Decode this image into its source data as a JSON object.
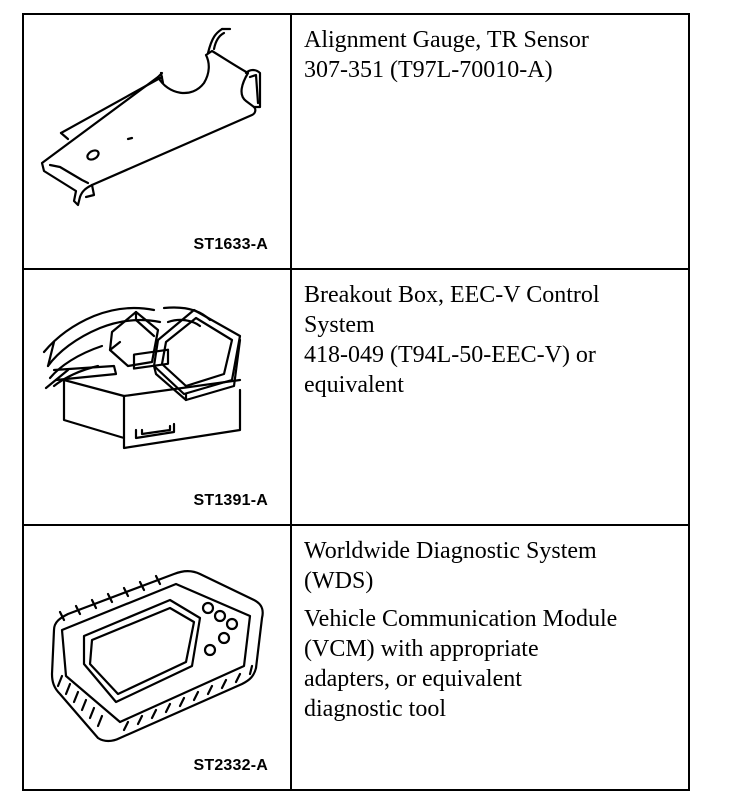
{
  "tools": [
    {
      "figure_code": "ST1633-A",
      "illustration": "alignment-gauge-illustration",
      "description": [
        "Alignment Gauge, TR Sensor",
        "307-351 (T97L-70010-A)"
      ]
    },
    {
      "figure_code": "ST1391-A",
      "illustration": "breakout-box-illustration",
      "description": [
        "Breakout Box, EEC-V Control",
        "System",
        "418-049 (T94L-50-EEC-V) or",
        "equivalent"
      ]
    },
    {
      "figure_code": "ST2332-A",
      "illustration": "diagnostic-tool-illustration",
      "description": [
        "Worldwide Diagnostic System",
        "(WDS)"
      ],
      "description_extra": [
        "Vehicle Communication Module",
        "(VCM) with appropriate",
        "adapters, or equivalent",
        "diagnostic tool"
      ]
    }
  ]
}
